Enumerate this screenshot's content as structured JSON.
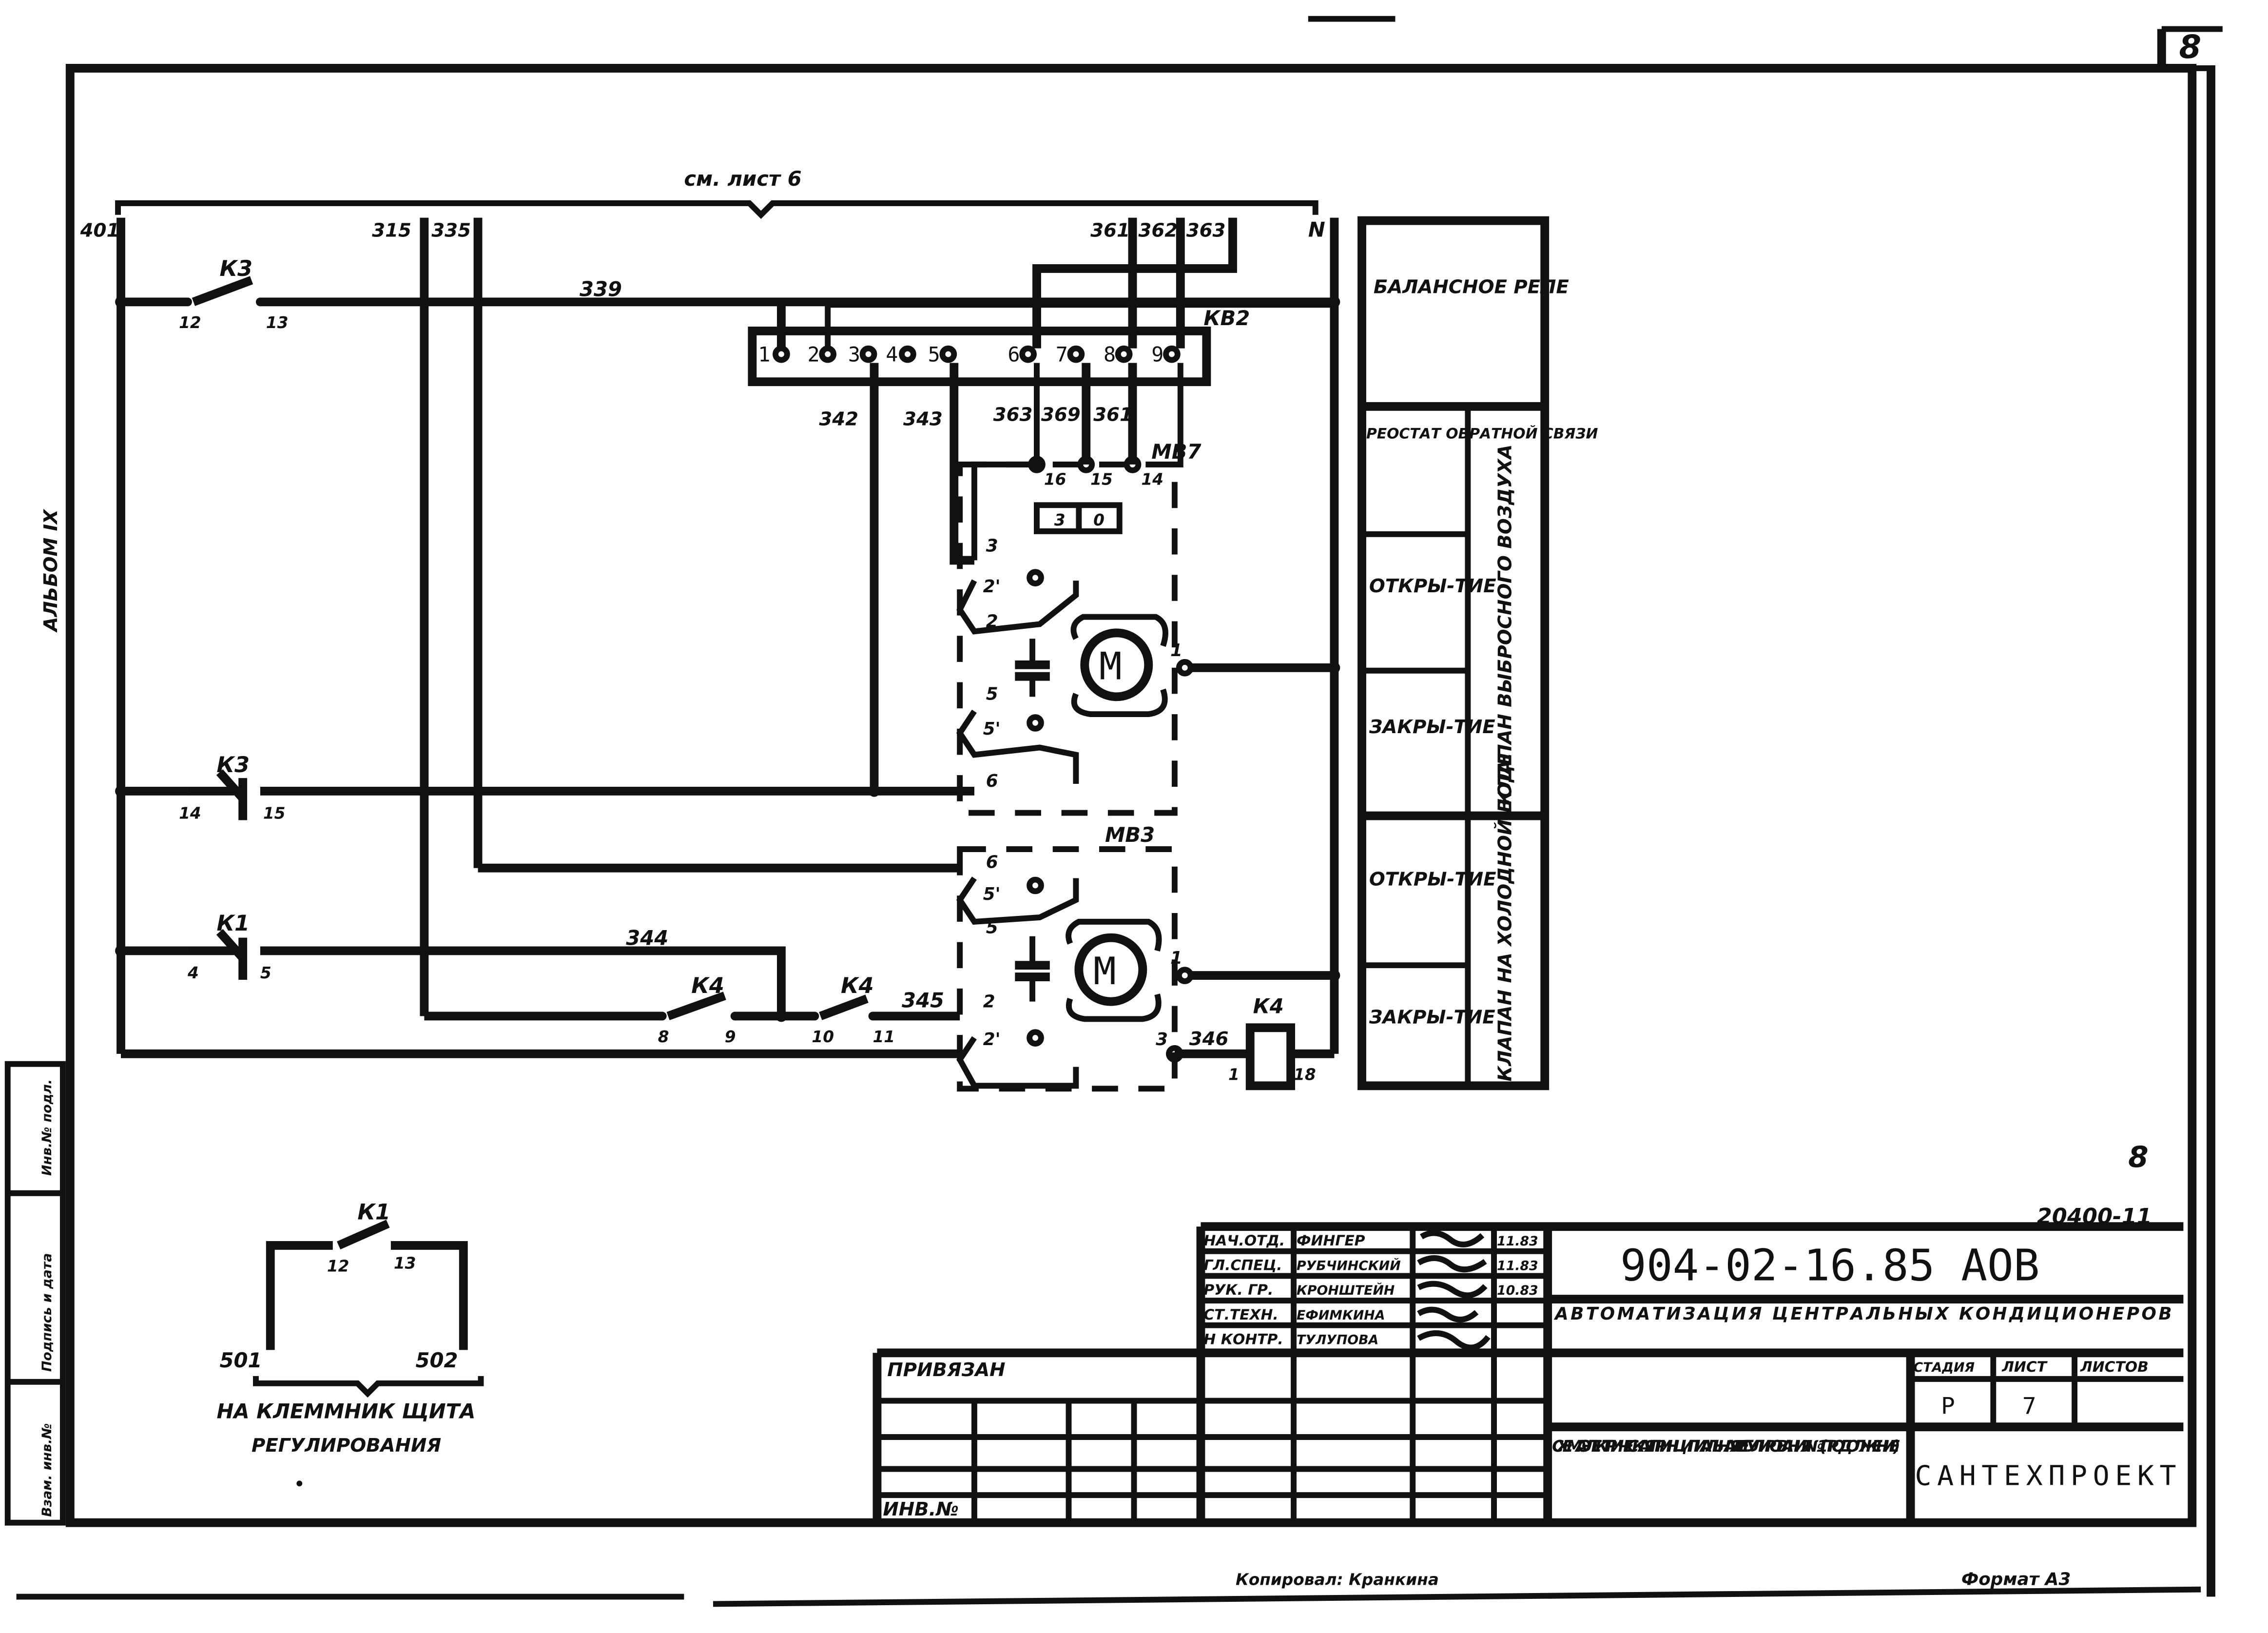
{
  "sheet": {
    "page_number": "8",
    "page_mark": "8",
    "ref": "см. лист 6",
    "album": "АЛЬБОМ IX",
    "copied_by": "Копировал: Кранкина",
    "format": "Формат А3",
    "doc_number": "20400-11"
  },
  "margin_stamp": [
    "Инв.№ подл.",
    "Подпись и дата",
    "Взам. инв.№"
  ],
  "diagram": {
    "bus_labels": [
      "401",
      "315",
      "335",
      "361",
      "362",
      "363",
      "N"
    ],
    "wire_labels": [
      "339",
      "342",
      "343",
      "363",
      "369",
      "361",
      "344",
      "345",
      "346"
    ],
    "device_labels": [
      "КВ2",
      "МВ7",
      "МВ3",
      "К3",
      "К3",
      "К1",
      "К4",
      "К4",
      "К4"
    ],
    "kb2_terminals": [
      "1",
      "2",
      "3",
      "4",
      "5",
      "6",
      "7",
      "8",
      "9"
    ],
    "contact_numbers": [
      "12",
      "13",
      "14",
      "15",
      "4",
      "5",
      "8",
      "9",
      "10",
      "11",
      "1",
      "18"
    ],
    "mb7_terminals": [
      "16",
      "15",
      "14",
      "3",
      "0",
      "3",
      "2'",
      "2",
      "1",
      "5",
      "5'",
      "6"
    ],
    "mb3_terminals": [
      "6",
      "5'",
      "5",
      "1",
      "2",
      "2'",
      "3"
    ],
    "motor": "M"
  },
  "function_table": {
    "balance_relay": "БАЛАНСНОЕ РЕЛЕ",
    "rheostat": "РЕОСТАТ ОБРАТНОЙ СВЯЗИ",
    "exhaust_valve": "КЛАПАН ВЫБРОСНОГО ВОЗДУХА",
    "cold_water_valve": "КЛАПАН НА ХОЛОДНОЙ ВОДЕ",
    "open": "ОТКРЫ-ТИЕ",
    "close": "ЗАКРЫ-ТИЕ"
  },
  "small_circuit": {
    "contact": "К1",
    "pin_a": "12",
    "pin_b": "13",
    "term_a": "501",
    "term_b": "502",
    "caption_1": "НА КЛЕММНИК ЩИТА",
    "caption_2": "РЕГУЛИРОВАНИЯ"
  },
  "title_block": {
    "designation": "904-02-16.85 АОВ",
    "project_title": "АВТОМАТИЗАЦИЯ ЦЕНТРАЛЬНЫХ КОНДИЦИОНЕРОВ",
    "sheet_title": "СХЕМА ЭЛЕКТРИЧЕСКАЯ ПРИНЦИПИАЛЬНАЯ РЕГУЛИРОВАНИЯ №1 (ПРОДОЛЖЕНИЕ)",
    "organization": "САНТЕХПРОЕКТ",
    "stage_header": "СТАДИЯ",
    "sheet_header": "ЛИСТ",
    "sheets_header": "ЛИСТОВ",
    "stage": "Р",
    "sheet_no": "7",
    "sheets_total": "",
    "privyazan": "ПРИВЯЗАН",
    "inv_no": "ИНВ.№",
    "staff": [
      {
        "role": "НАЧ.ОТД.",
        "name": "ФИНГЕР",
        "date": "11.83"
      },
      {
        "role": "ГЛ.СПЕЦ.",
        "name": "РУБЧИНСКИЙ",
        "date": "11.83"
      },
      {
        "role": "РУК. ГР.",
        "name": "КРОНШТЕЙН",
        "date": "10.83"
      },
      {
        "role": "СТ.ТЕХН.",
        "name": "ЕФИМКИНА",
        "date": ""
      },
      {
        "role": "Н КОНТР.",
        "name": "ТУЛУПОВА",
        "date": ""
      }
    ]
  }
}
